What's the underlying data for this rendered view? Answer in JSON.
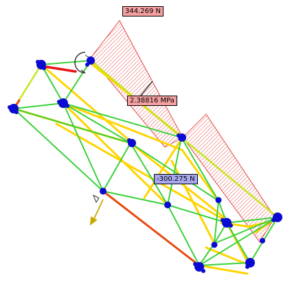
{
  "app": {
    "view": "truss-analysis-3d-view"
  },
  "labels": {
    "force_max": "344.269 N",
    "stress": "2.38816 MPa",
    "force_min": "-300.275 N"
  },
  "colors": {
    "background": "#ffffff",
    "force_max_tag": "#f5a0a0",
    "stress_tag": "#f5a0a0",
    "force_min_tag": "#a8a8f0",
    "diagram_hatch": "#dd2020",
    "member_low": "#3ad13a",
    "member_mid": "#c8e61e",
    "member_high": "#ffd400",
    "member_critical": "#e84a10",
    "member_peak": "#e81414",
    "node": "#0a0ad2",
    "load_arrow": "#c8a800",
    "moment_arc": "#333333"
  },
  "icons": {
    "node": "node-joint-icon",
    "load": "load-arrow-icon",
    "moment": "moment-arc-icon",
    "support": "pin-support-icon"
  }
}
